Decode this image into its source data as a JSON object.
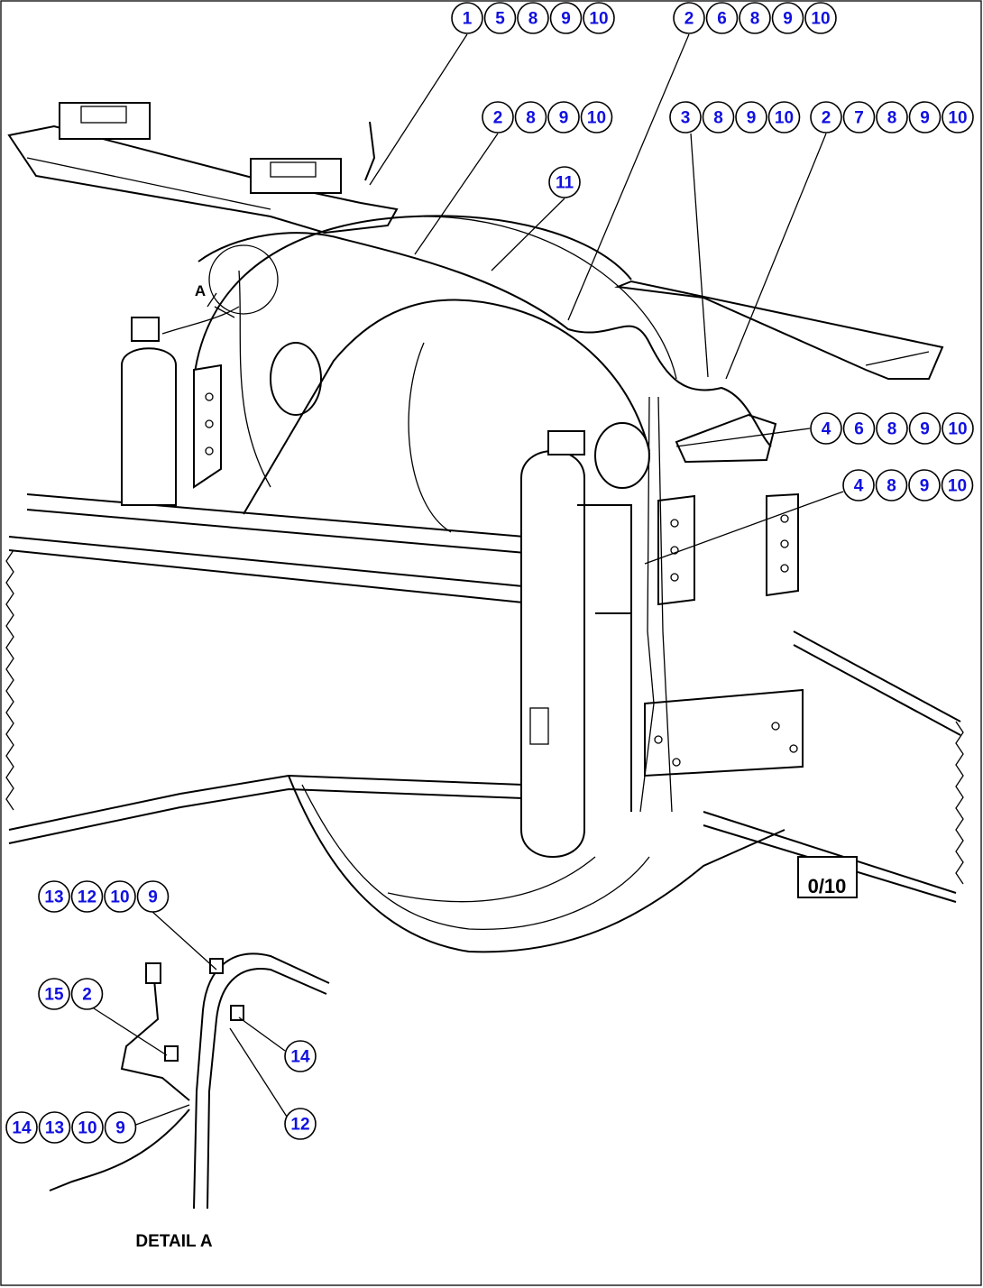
{
  "callout_groups": [
    {
      "id": "g1",
      "numbers": [
        "1",
        "5",
        "8",
        "9",
        "10"
      ]
    },
    {
      "id": "g2",
      "numbers": [
        "2",
        "6",
        "8",
        "9",
        "10"
      ]
    },
    {
      "id": "g3",
      "numbers": [
        "2",
        "8",
        "9",
        "10"
      ]
    },
    {
      "id": "g4",
      "numbers": [
        "11"
      ]
    },
    {
      "id": "g5",
      "numbers": [
        "3",
        "8",
        "9",
        "10"
      ]
    },
    {
      "id": "g6",
      "numbers": [
        "2",
        "7",
        "8",
        "9",
        "10"
      ]
    },
    {
      "id": "g7",
      "numbers": [
        "4",
        "6",
        "8",
        "9",
        "10"
      ]
    },
    {
      "id": "g8",
      "numbers": [
        "4",
        "8",
        "9",
        "10"
      ]
    },
    {
      "id": "g9",
      "numbers": [
        "13",
        "12",
        "10",
        "9"
      ]
    },
    {
      "id": "g10",
      "numbers": [
        "15",
        "2"
      ]
    },
    {
      "id": "g11",
      "numbers": [
        "14"
      ]
    },
    {
      "id": "g12",
      "numbers": [
        "12"
      ]
    },
    {
      "id": "g13",
      "numbers": [
        "14",
        "13",
        "10",
        "9"
      ]
    }
  ],
  "labels": {
    "detail_marker": "A",
    "detail_title": "DETAIL A",
    "part_tag": "0/10"
  },
  "colors": {
    "callout_text": "#1010e0",
    "line": "#000000"
  }
}
